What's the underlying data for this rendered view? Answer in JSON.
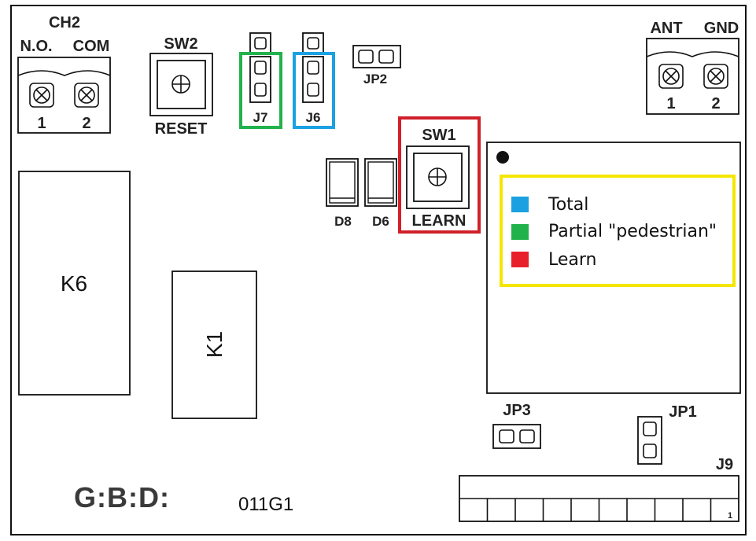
{
  "board": {
    "ch2": {
      "title": "CH2",
      "no_label": "N.O.",
      "com_label": "COM",
      "pin1": "1",
      "pin2": "2"
    },
    "sw2": {
      "title": "SW2",
      "caption": "RESET"
    },
    "j7": {
      "label": "J7"
    },
    "j6": {
      "label": "J6"
    },
    "jp2": {
      "label": "JP2"
    },
    "antenna": {
      "ant_label": "ANT",
      "gnd_label": "GND",
      "pin1": "1",
      "pin2": "2"
    },
    "sw1": {
      "title": "SW1",
      "caption": "LEARN"
    },
    "d8": {
      "label": "D8"
    },
    "d6": {
      "label": "D6"
    },
    "k6": {
      "label": "K6"
    },
    "k1": {
      "label": "K1"
    },
    "jp3": {
      "label": "JP3"
    },
    "jp1": {
      "label": "JP1"
    },
    "j9": {
      "label": "J9",
      "pin_marker": "1"
    },
    "logo": {
      "text": "G:B:D:"
    },
    "model": {
      "text": "011G1"
    }
  },
  "legend": {
    "items": [
      {
        "label": "Total",
        "color": "#1ba1e2"
      },
      {
        "label": "Partial \"pedestrian\"",
        "color": "#22b24c"
      },
      {
        "label": "Learn",
        "color": "#e8202a"
      }
    ],
    "border_color": "#f5e600"
  },
  "highlights": {
    "j7_color": "#22b24c",
    "j6_color": "#1ba1e2",
    "sw1_color": "#d0202a"
  }
}
